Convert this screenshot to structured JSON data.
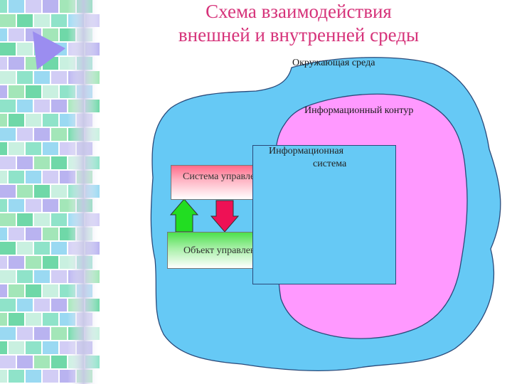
{
  "title": {
    "line1": "Схема взаимодействия",
    "line2": "внешней и внутренней среды"
  },
  "diagram": {
    "environment_label": "Окружающая среда",
    "info_contour_label": "Информационный контур",
    "info_system": {
      "line1": "Информационная",
      "line2": "система"
    },
    "control_system_label": "Система управления",
    "control_object_label": "Объект управления"
  },
  "colors": {
    "title": "#d6337a",
    "environment": "#66c9f5",
    "info_contour": "#ff99ff",
    "control_system_top": "#ff6b8a",
    "control_object_top": "#4de04d",
    "arrow_up": "#22dd22",
    "arrow_down": "#ee1155"
  }
}
